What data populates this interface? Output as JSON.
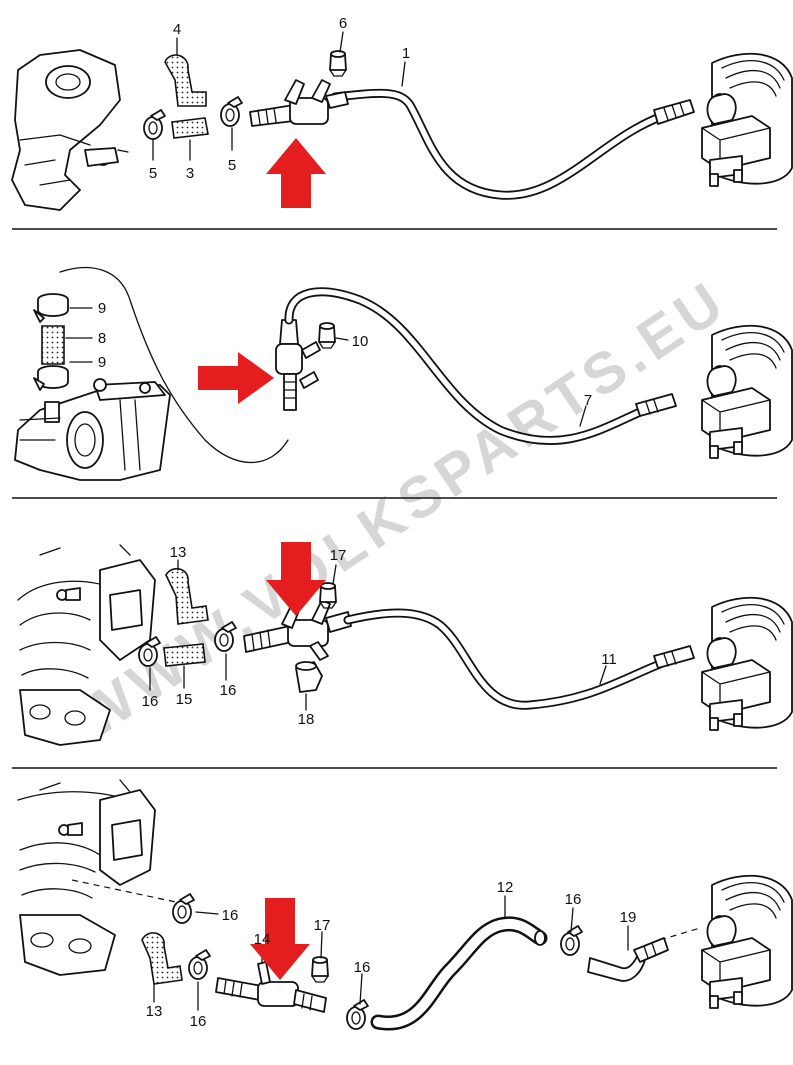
{
  "watermark": "WWW.VOLKSPARTS.EU",
  "callouts": {
    "p1": "1",
    "p3": "3",
    "p4": "4",
    "p5a": "5",
    "p5b": "5",
    "p6": "6",
    "p7": "7",
    "p8": "8",
    "p9a": "9",
    "p9b": "9",
    "p10": "10",
    "p11": "11",
    "p13a": "13",
    "p13b": "13",
    "p14": "14",
    "p15": "15",
    "p16a": "16",
    "p16b": "16",
    "p16c": "16",
    "p16d": "16",
    "p16e": "16",
    "p16f": "16",
    "p17a": "17",
    "p17b": "17",
    "p18": "18",
    "p12": "12",
    "p19": "19"
  },
  "colors": {
    "arrow": "#e41e1e",
    "line": "#111111",
    "watermark": "#d6d6d6"
  },
  "icons": [
    "engine-block",
    "brake-booster",
    "master-cylinder",
    "vacuum-hose",
    "hose-clamp",
    "check-valve",
    "red-arrow"
  ]
}
